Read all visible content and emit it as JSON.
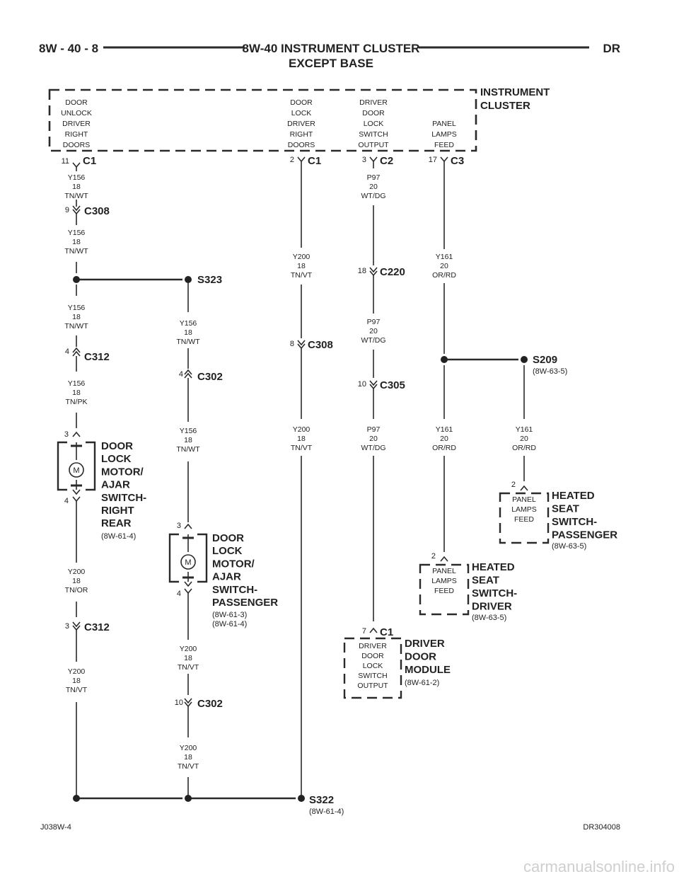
{
  "header": {
    "page_number": "8W - 40 - 8",
    "title_line1": "8W-40 INSTRUMENT CLUSTER",
    "title_line2": "EXCEPT BASE",
    "code": "DR"
  },
  "footer": {
    "left_code": "J038W-4",
    "right_code": "DR304008",
    "watermark": "carmanualsonline.info"
  },
  "cluster": {
    "name": [
      "INSTRUMENT",
      "CLUSTER"
    ],
    "pins": [
      [
        "DOOR",
        "UNLOCK",
        "DRIVER",
        "RIGHT",
        "DOORS"
      ],
      [
        "DOOR",
        "LOCK",
        "DRIVER",
        "RIGHT",
        "DOORS"
      ],
      [
        "DRIVER",
        "DOOR",
        "LOCK",
        "SWITCH",
        "OUTPUT"
      ],
      [
        "PANEL",
        "LAMPS",
        "FEED"
      ]
    ]
  },
  "connectors": [
    {
      "pin": "11",
      "name": "C1"
    },
    {
      "pin": "9",
      "name": "C308"
    },
    {
      "pin": "4",
      "name": "C312"
    },
    {
      "pin": "3",
      "name": "C312"
    },
    {
      "pin": "4",
      "name": "C302"
    },
    {
      "pin": "10",
      "name": "C302"
    },
    {
      "pin": "2",
      "name": "C1"
    },
    {
      "pin": "8",
      "name": "C308"
    },
    {
      "pin": "3",
      "name": "C2"
    },
    {
      "pin": "18",
      "name": "C220"
    },
    {
      "pin": "10",
      "name": "C305"
    },
    {
      "pin": "17",
      "name": "C3"
    },
    {
      "pin": "7",
      "name": "C1"
    }
  ],
  "wires": [
    [
      "Y156",
      "18",
      "TN/WT"
    ],
    [
      "Y156",
      "18",
      "TN/WT"
    ],
    [
      "Y156",
      "18",
      "TN/WT"
    ],
    [
      "Y156",
      "18",
      "TN/PK"
    ],
    [
      "Y200",
      "18",
      "TN/OR"
    ],
    [
      "Y200",
      "18",
      "TN/VT"
    ],
    [
      "Y156",
      "18",
      "TN/WT"
    ],
    [
      "Y156",
      "18",
      "TN/WT"
    ],
    [
      "Y200",
      "18",
      "TN/VT"
    ],
    [
      "Y200",
      "18",
      "TN/VT"
    ],
    [
      "Y200",
      "18",
      "TN/VT"
    ],
    [
      "Y200",
      "18",
      "TN/VT"
    ],
    [
      "P97",
      "20",
      "WT/DG"
    ],
    [
      "P97",
      "20",
      "WT/DG"
    ],
    [
      "P97",
      "20",
      "WT/DG"
    ],
    [
      "Y161",
      "20",
      "OR/RD"
    ],
    [
      "Y161",
      "20",
      "OR/RD"
    ],
    [
      "Y161",
      "20",
      "OR/RD"
    ]
  ],
  "splices": [
    {
      "name": "S323",
      "ref": ""
    },
    {
      "name": "S209",
      "ref": "(8W-63-5)"
    },
    {
      "name": "S322",
      "ref": "(8W-61-4)"
    }
  ],
  "components": [
    {
      "name": [
        "DOOR",
        "LOCK",
        "MOTOR/",
        "AJAR",
        "SWITCH-",
        "RIGHT",
        "REAR"
      ],
      "refs": [
        "(8W-61-4)"
      ],
      "pins": [
        "3",
        "4"
      ],
      "symbol": "M"
    },
    {
      "name": [
        "DOOR",
        "LOCK",
        "MOTOR/",
        "AJAR",
        "SWITCH-",
        "PASSENGER"
      ],
      "refs": [
        "(8W-61-3)",
        "(8W-61-4)"
      ],
      "pins": [
        "3",
        "4"
      ],
      "symbol": "M"
    },
    {
      "name": [
        "HEATED",
        "SEAT",
        "SWITCH-",
        "PASSENGER"
      ],
      "refs": [
        "(8W-63-5)"
      ],
      "pins": [
        "2"
      ],
      "inner": [
        "PANEL",
        "LAMPS",
        "FEED"
      ]
    },
    {
      "name": [
        "HEATED",
        "SEAT",
        "SWITCH-",
        "DRIVER"
      ],
      "refs": [
        "(8W-63-5)"
      ],
      "pins": [
        "2"
      ],
      "inner": [
        "PANEL",
        "LAMPS",
        "FEED"
      ]
    },
    {
      "name": [
        "DRIVER",
        "DOOR",
        "MODULE"
      ],
      "refs": [
        "(8W-61-2)"
      ],
      "pins": [],
      "inner": [
        "DRIVER",
        "DOOR",
        "LOCK",
        "SWITCH",
        "OUTPUT"
      ]
    }
  ]
}
